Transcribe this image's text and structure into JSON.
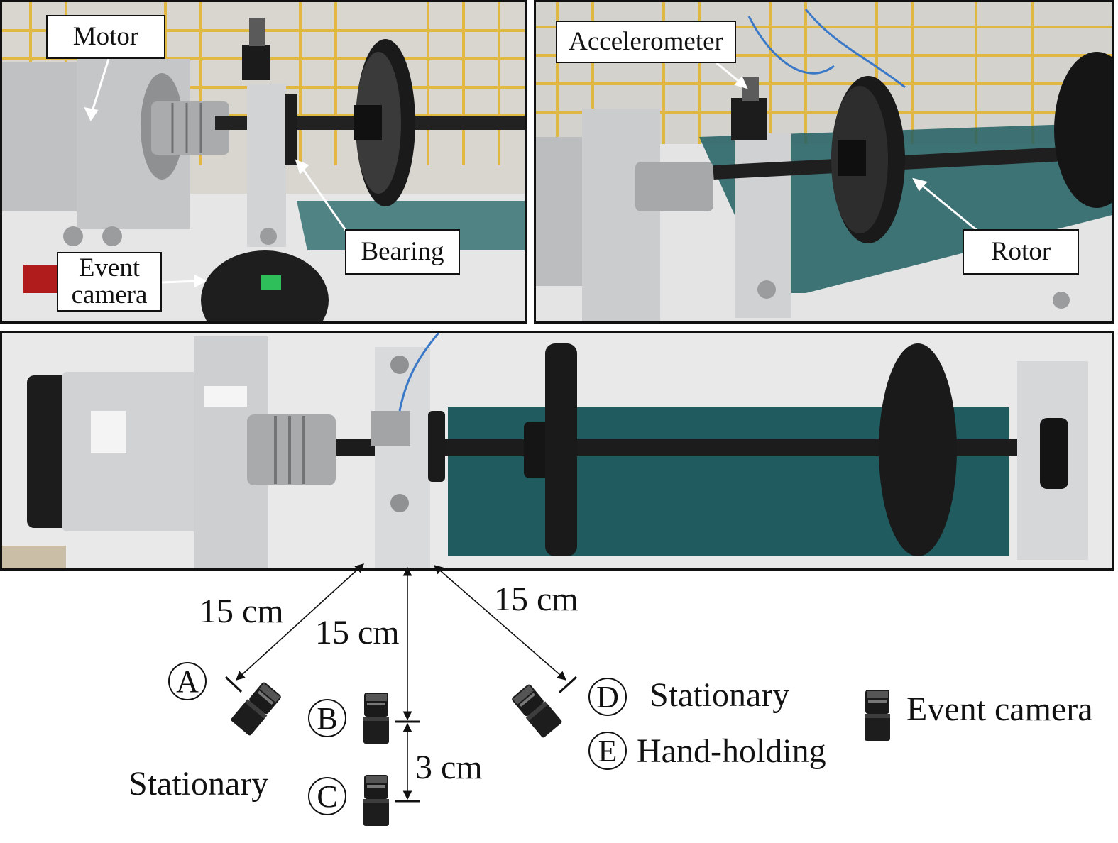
{
  "panels": {
    "top_left": {
      "motor_label": "Motor",
      "bearing_label": "Bearing",
      "event_camera_label_line1": "Event",
      "event_camera_label_line2": "camera"
    },
    "top_right": {
      "accelerometer_label": "Accelerometer",
      "rotor_label": "Rotor"
    }
  },
  "setup": {
    "distance_a": "15 cm",
    "distance_b": "15 cm",
    "distance_d": "15 cm",
    "spacing_bc": "3 cm",
    "positions": [
      "A",
      "B",
      "C",
      "D",
      "E"
    ],
    "stationary_left": "Stationary",
    "stationary_right": "Stationary",
    "hand_holding": "Hand-holding",
    "legend_event_camera": "Event camera"
  },
  "colors": {
    "frame": "#111111",
    "aluminum": "#c9cbcd",
    "rotor_black": "#1a1a1a",
    "safety_cage": "#e3b32a",
    "acrylic_teal": "#1f5f63",
    "cable_blue": "#3a78c8"
  }
}
